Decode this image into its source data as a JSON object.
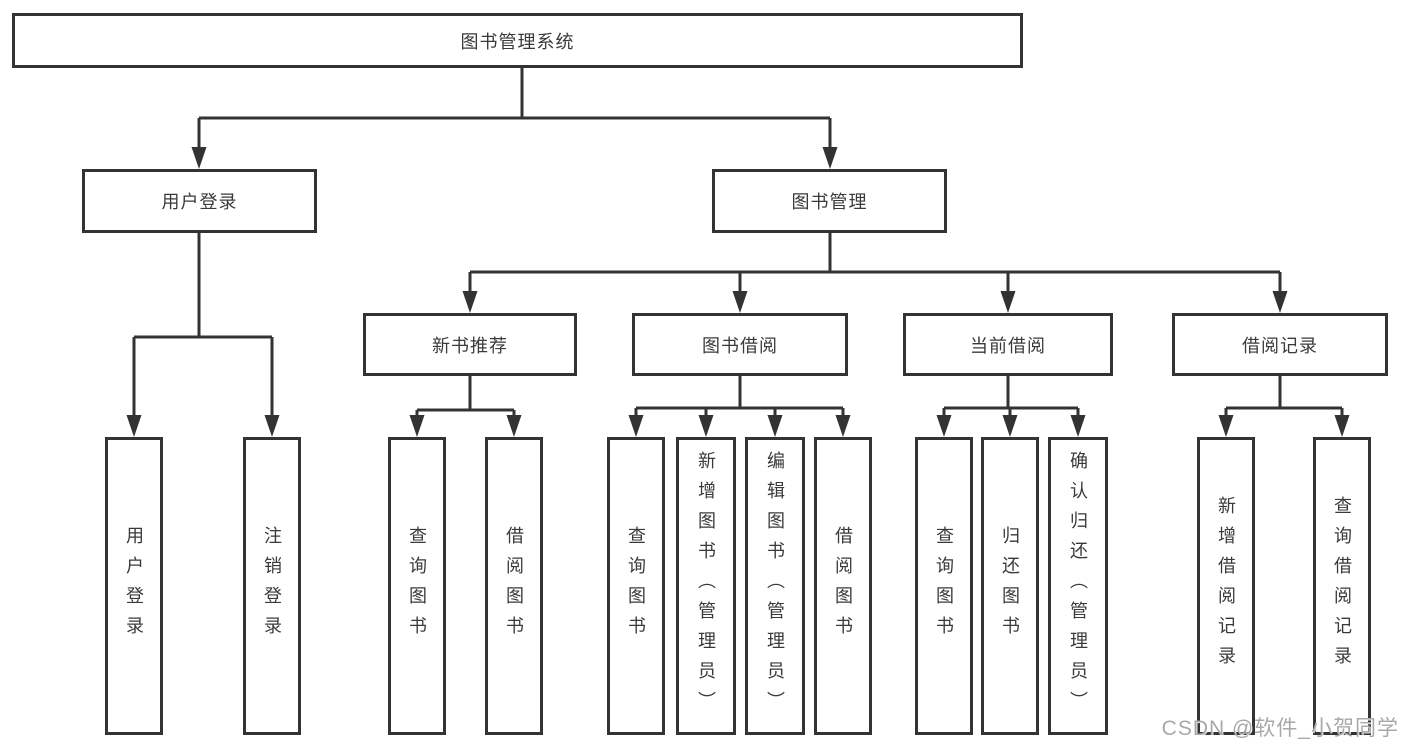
{
  "page": {
    "background": "#ffffff",
    "line_color": "#333333",
    "text_color": "#3a3a3a"
  },
  "watermark": {
    "text": "CSDN @软件_小贺同学",
    "color": "#a8a8a8"
  },
  "tree": {
    "root": {
      "label": "图书管理系统"
    },
    "branches": [
      {
        "label": "用户登录",
        "children": [
          {
            "label": "用户登录"
          },
          {
            "label": "注销登录"
          }
        ]
      },
      {
        "label": "图书管理",
        "children": [
          {
            "label": "新书推荐",
            "children": [
              {
                "label": "查询图书"
              },
              {
                "label": "借阅图书"
              }
            ]
          },
          {
            "label": "图书借阅",
            "children": [
              {
                "label": "查询图书"
              },
              {
                "label": "新增图书（管理员）"
              },
              {
                "label": "编辑图书（管理员）"
              },
              {
                "label": "借阅图书"
              }
            ]
          },
          {
            "label": "当前借阅",
            "children": [
              {
                "label": "查询图书"
              },
              {
                "label": "归还图书"
              },
              {
                "label": "确认归还（管理员）"
              }
            ]
          },
          {
            "label": "借阅记录",
            "children": [
              {
                "label": "新增借阅记录"
              },
              {
                "label": "查询借阅记录"
              }
            ]
          }
        ]
      }
    ]
  }
}
